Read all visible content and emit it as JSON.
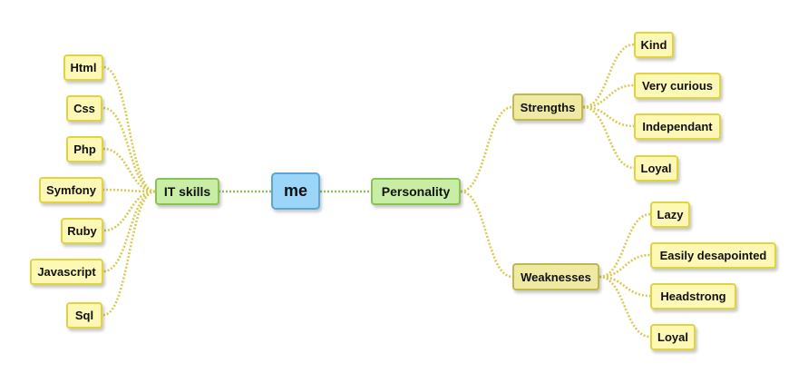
{
  "root": {
    "label": "me"
  },
  "it_skills": {
    "label": "IT skills",
    "items": [
      "Html",
      "Css",
      "Php",
      "Symfony",
      "Ruby",
      "Javascript",
      "Sql"
    ]
  },
  "personality": {
    "label": "Personality",
    "strengths": {
      "label": "Strengths",
      "items": [
        "Kind",
        "Very curious",
        "Independant",
        "Loyal"
      ]
    },
    "weaknesses": {
      "label": "Weaknesses",
      "items": [
        "Lazy",
        "Easily desapointed",
        "Headstrong",
        "Loyal"
      ]
    }
  },
  "colors": {
    "root_fill": "#9bd5f7",
    "main_fill": "#c8eda4",
    "sub_fill": "#eeeaa3",
    "leaf_fill": "#fdf8b6",
    "link_green": "#8cc254",
    "link_yellow": "#d6cc52"
  }
}
